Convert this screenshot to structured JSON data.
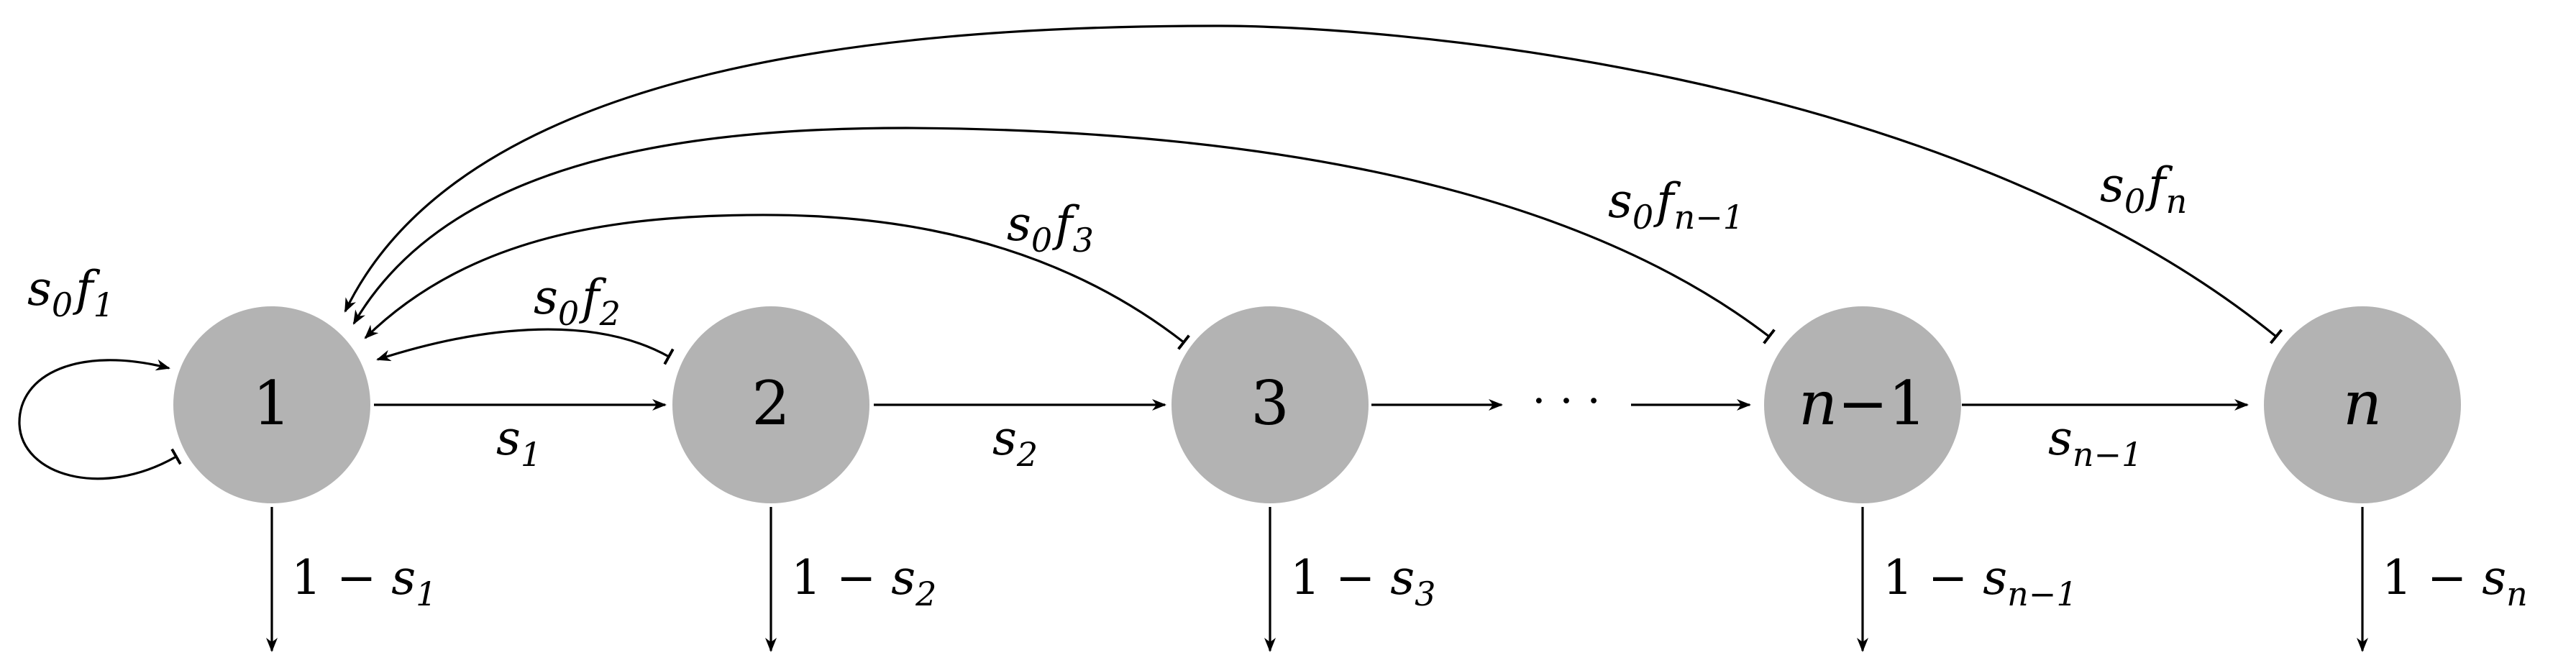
{
  "nodes": {
    "n1": "1",
    "n2": "2",
    "n3": "3",
    "nm1": {
      "var": "n",
      "op": "−",
      "num": "1"
    },
    "nn": "n"
  },
  "ellipsis": "· · ·",
  "forward": {
    "s1": {
      "base": "s",
      "sub": "1"
    },
    "s2": {
      "base": "s",
      "sub": "2"
    },
    "snm1": {
      "base": "s",
      "sub_var": "n",
      "sub_rest": "−1"
    }
  },
  "exit": {
    "e1": {
      "one": "1 − ",
      "base": "s",
      "sub": "1"
    },
    "e2": {
      "one": "1 − ",
      "base": "s",
      "sub": "2"
    },
    "e3": {
      "one": "1 − ",
      "base": "s",
      "sub": "3"
    },
    "enm1": {
      "one": "1 − ",
      "base": "s",
      "sub_var": "n",
      "sub_rest": "−1"
    },
    "en": {
      "one": "1 − ",
      "base": "s",
      "sub_var": "n"
    }
  },
  "feedback": {
    "f1": {
      "s": "s",
      "s_sub": "0",
      "f": "f",
      "f_sub": "1"
    },
    "f2": {
      "s": "s",
      "s_sub": "0",
      "f": "f",
      "f_sub": "2"
    },
    "f3": {
      "s": "s",
      "s_sub": "0",
      "f": "f",
      "f_sub": "3"
    },
    "fnm1": {
      "s": "s",
      "s_sub": "0",
      "f": "f",
      "f_sub_var": "n",
      "f_sub_rest": "−1"
    },
    "fn": {
      "s": "s",
      "s_sub": "0",
      "f": "f",
      "f_sub_var": "n"
    }
  },
  "colors": {
    "node_fill": "#b3b3b3",
    "stroke": "#000000",
    "background": "#ffffff"
  }
}
